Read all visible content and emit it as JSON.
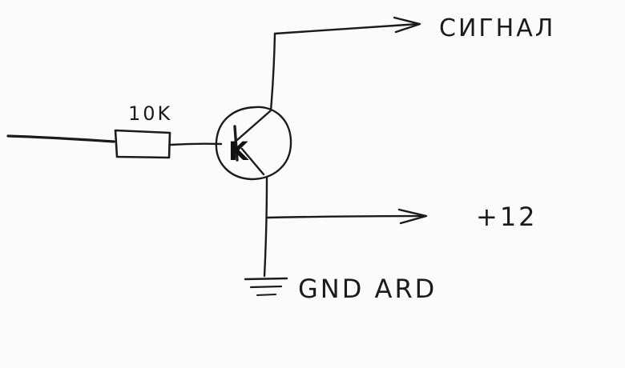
{
  "labels": {
    "resistor": "10K",
    "transistor": "K",
    "signal": "СИГНАЛ",
    "supply": "+12",
    "ground": "GND ARD"
  },
  "colors": {
    "paper": "#fbfbfa",
    "ink": "#1b1b1b"
  },
  "icons": {
    "transistor": "npn-transistor-icon",
    "resistor": "resistor-icon",
    "ground": "ground-icon",
    "arrow": "arrow-right-icon"
  }
}
